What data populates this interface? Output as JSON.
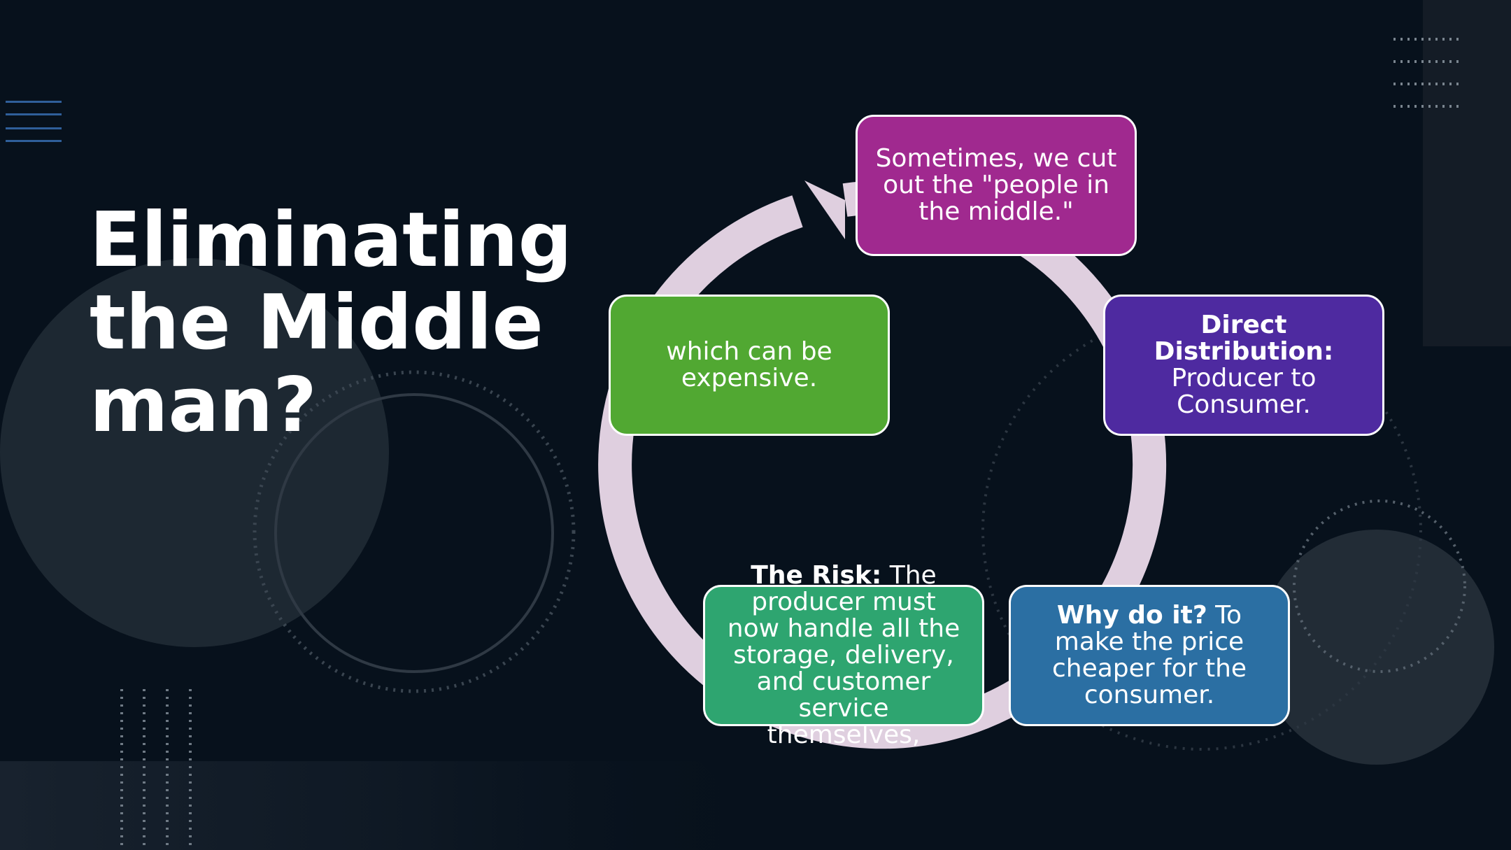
{
  "slide": {
    "title": "Eliminating the Middleman?",
    "background_color": "#07111c"
  },
  "cycle": {
    "arrow_color": "#dfcfdf",
    "nodes": [
      {
        "id": "cut-out",
        "bold": "",
        "text": "Sometimes, we cut out the \"people in the middle.\"",
        "color": "#a0298f"
      },
      {
        "id": "direct-distribution",
        "bold": "Direct Distribution:",
        "text": "Producer to Consumer.",
        "color": "#4e2aa0"
      },
      {
        "id": "why",
        "bold": "Why do it?",
        "text": "To make the price cheaper for the consumer.",
        "color": "#2b6fa3"
      },
      {
        "id": "risk",
        "bold": "The Risk:",
        "text": "The producer must now handle all the storage, delivery, and customer service themselves,",
        "color": "#2ea570"
      },
      {
        "id": "expensive",
        "bold": "",
        "text": "which can be expensive.",
        "color": "#51a832"
      }
    ]
  }
}
